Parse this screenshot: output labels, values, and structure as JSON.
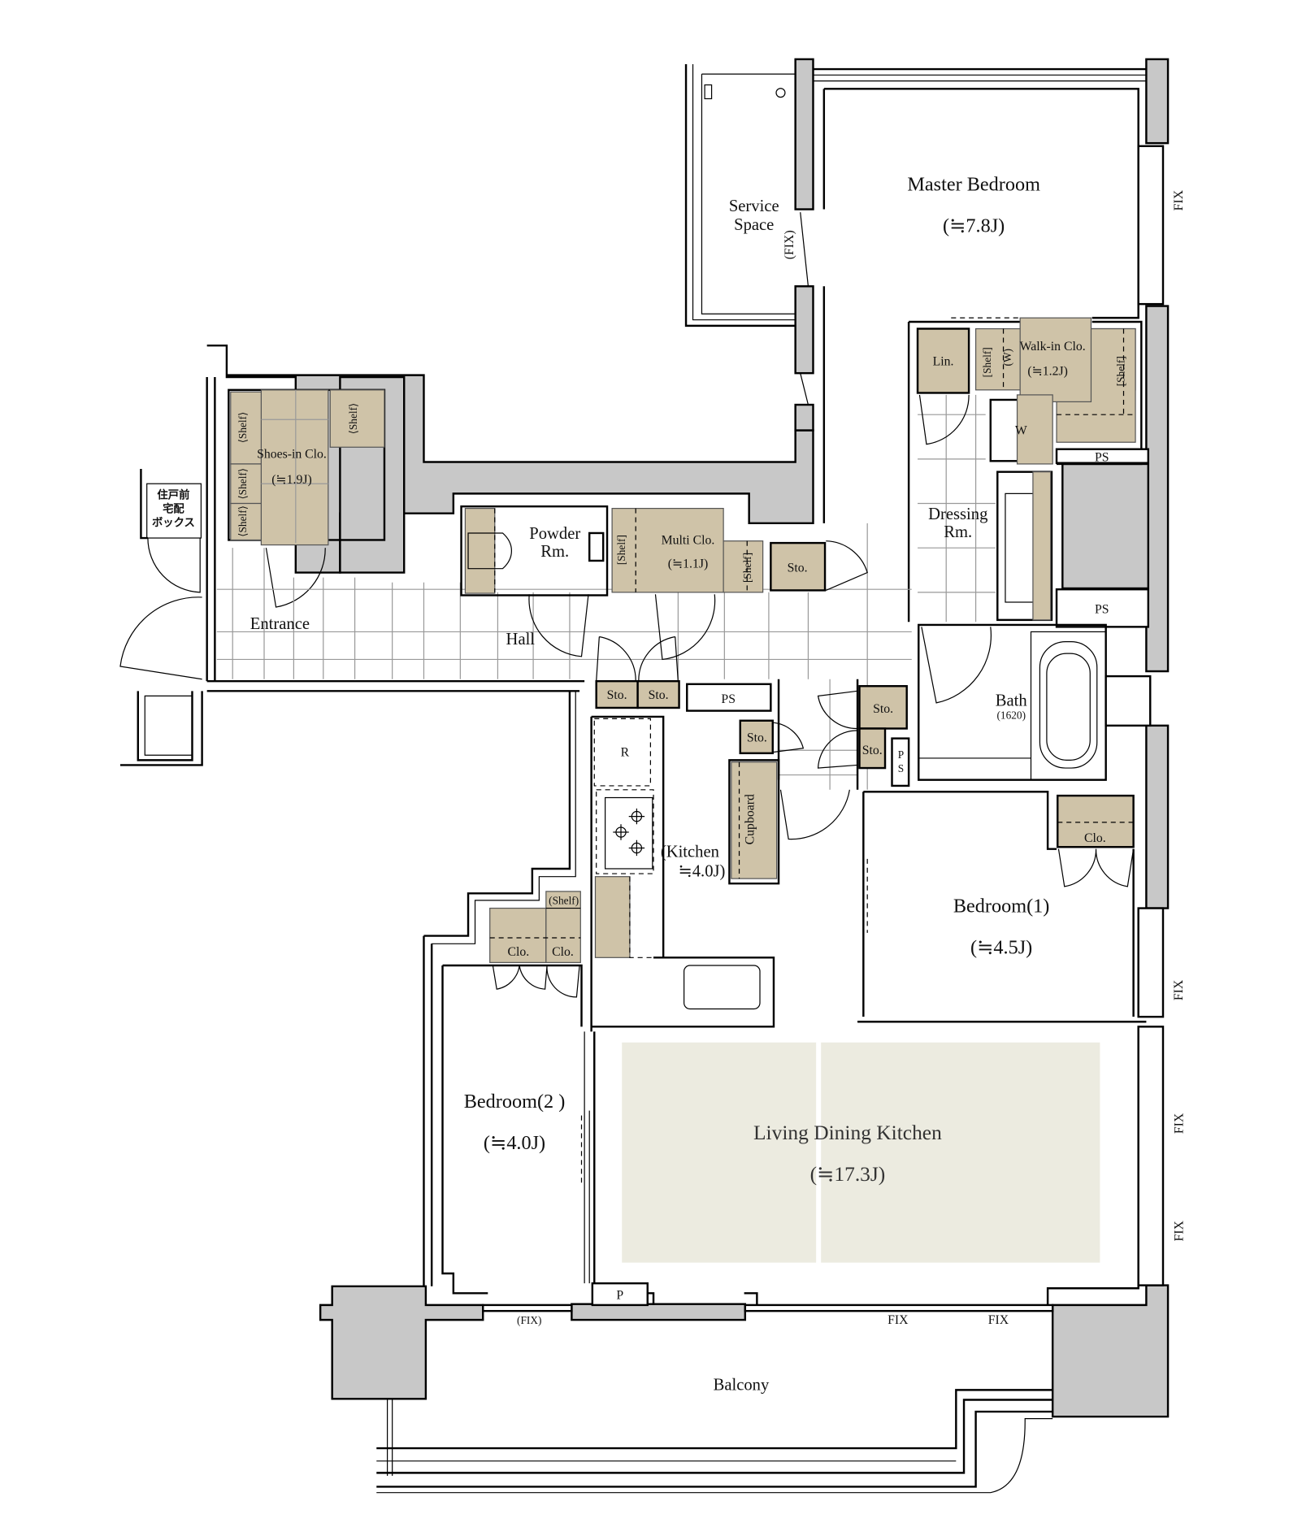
{
  "plan": {
    "rooms": {
      "master_bedroom": {
        "name": "Master Bedroom",
        "area": "(≒7.8J)"
      },
      "service_space": {
        "name_line1": "Service",
        "name_line2": "Space",
        "window": "(FIX)"
      },
      "walk_in_closet": {
        "name": "Walk-in Clo.",
        "area": "(≒1.2J)",
        "shelf_left": "[Shelf]",
        "shelf_right": "[Shelf]",
        "w": "(W)"
      },
      "linen": {
        "name": "Lin."
      },
      "washer": {
        "name": "W"
      },
      "dressing": {
        "name_line1": "Dressing",
        "name_line2": "Rm."
      },
      "bath": {
        "name": "Bath",
        "size": "(1620)"
      },
      "shoes_closet": {
        "name": "Shoes-in Clo.",
        "area": "(≒1.9J)",
        "shelves": [
          "⟨Shelf⟩",
          "⟨Shelf⟩",
          "⟨Shelf⟩",
          "⟨Shelf⟩"
        ]
      },
      "delivery_box": {
        "line1": "住戸前",
        "line2": "宅配",
        "line3": "ボックス"
      },
      "entrance": {
        "name": "Entrance"
      },
      "hall": {
        "name": "Hall"
      },
      "powder": {
        "name_line1": "Powder",
        "name_line2": "Rm."
      },
      "multi_closet": {
        "name": "Multi Clo.",
        "area": "(≒1.1J)",
        "shelf_left": "[Shelf]",
        "shelf_right": "[Shelf]"
      },
      "kitchen": {
        "name": "(Kitchen",
        "area": "≒4.0J)",
        "fridge": "R",
        "cupboard": "Cupboard"
      },
      "bedroom1": {
        "name": "Bedroom(1)",
        "area": "(≒4.5J)",
        "closet": "Clo."
      },
      "bedroom2": {
        "name": "Bedroom(2 )",
        "area": "(≒4.0J)",
        "closet1": "Clo.",
        "closet2": "Clo.",
        "shelf": "(Shelf)"
      },
      "ldk": {
        "name": "Living Dining Kitchen",
        "area": "(≒17.3J)"
      },
      "balcony": {
        "name": "Balcony"
      }
    },
    "storage_labels": {
      "sto": "Sto.",
      "ps": "PS",
      "ps_vertical_1": "P",
      "ps_vertical_2": "S",
      "pillar": "P"
    },
    "windows": {
      "fix": "FIX",
      "fix_paren": "(FIX)"
    },
    "colors": {
      "wall": "#c8c8c8",
      "storage": "#cfc3a8",
      "ldk_rug": "#ecebe0",
      "tile_grid": "#999999"
    }
  }
}
